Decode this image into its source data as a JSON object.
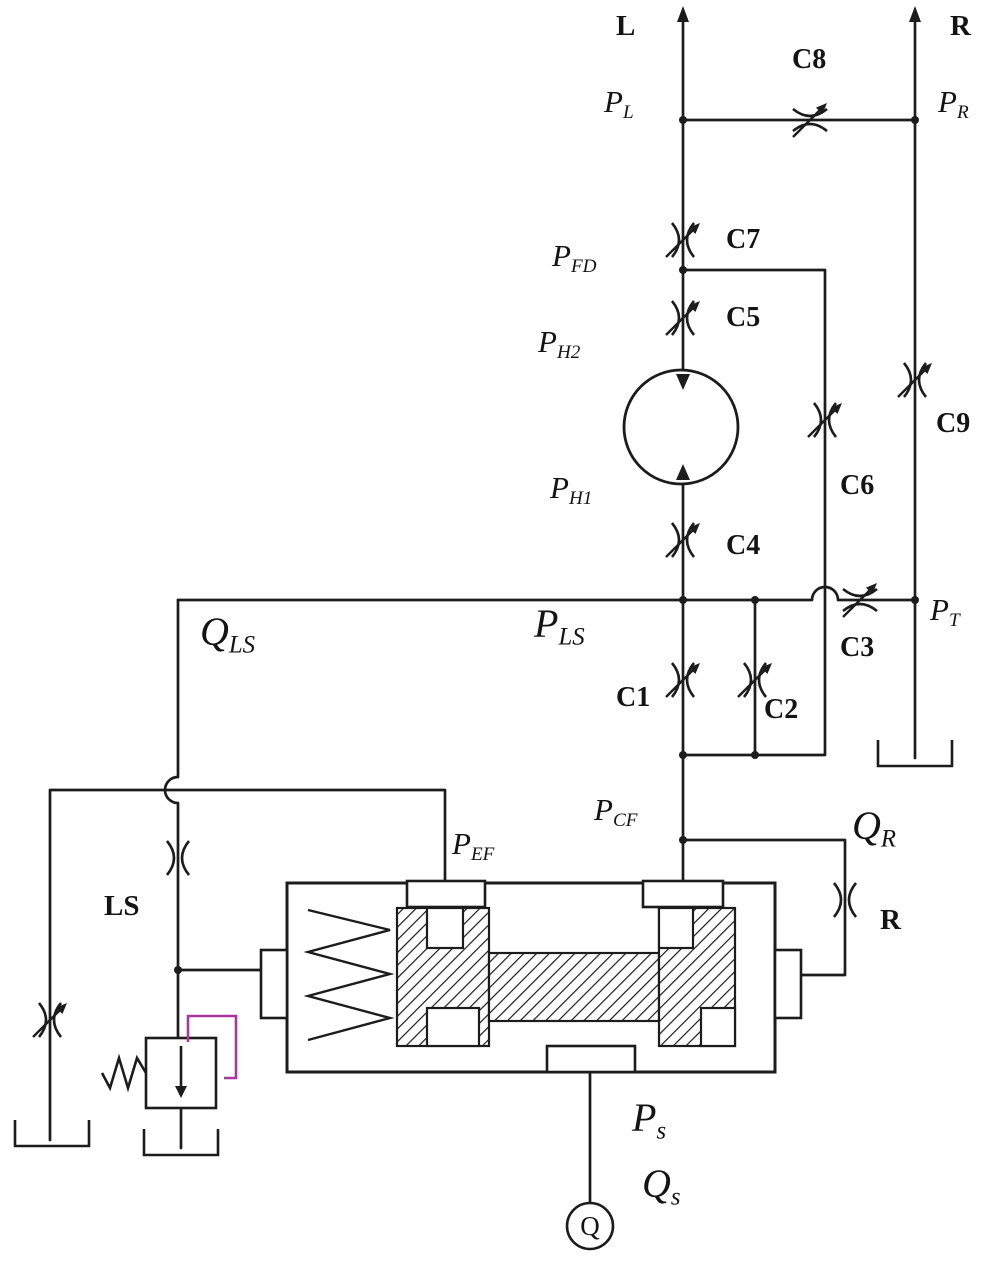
{
  "diagram": {
    "kind": "hydraulic-steering-circuit-schematic",
    "colors": {
      "line": "#1c1c1c",
      "pilot_line": "#a838a0",
      "background": "#ffffff"
    },
    "top_ports": {
      "left": "L",
      "right": "R"
    },
    "pressure_labels": {
      "PL": {
        "base": "P",
        "sub": "L"
      },
      "PR": {
        "base": "P",
        "sub": "R"
      },
      "PFD": {
        "base": "P",
        "sub": "FD"
      },
      "PH2": {
        "base": "P",
        "sub": "H2"
      },
      "PH1": {
        "base": "P",
        "sub": "H1"
      },
      "PLS": {
        "base": "P",
        "sub": "LS"
      },
      "PT": {
        "base": "P",
        "sub": "T"
      },
      "PCF": {
        "base": "P",
        "sub": "CF"
      },
      "PEF": {
        "base": "P",
        "sub": "EF"
      },
      "Ps": {
        "base": "P",
        "sub": "s"
      }
    },
    "flow_labels": {
      "QLS": {
        "base": "Q",
        "sub": "LS"
      },
      "QR": {
        "base": "Q",
        "sub": "R"
      },
      "Qs": {
        "base": "Q",
        "sub": "s"
      }
    },
    "variable_orifices": {
      "C1": "C1",
      "C2": "C2",
      "C3": "C3",
      "C4": "C4",
      "C5": "C5",
      "C6": "C6",
      "C7": "C7",
      "C8": "C8",
      "C9": "C9"
    },
    "fixed_orifices": {
      "LS": "LS",
      "R": "R"
    },
    "pump_label": "Q"
  }
}
